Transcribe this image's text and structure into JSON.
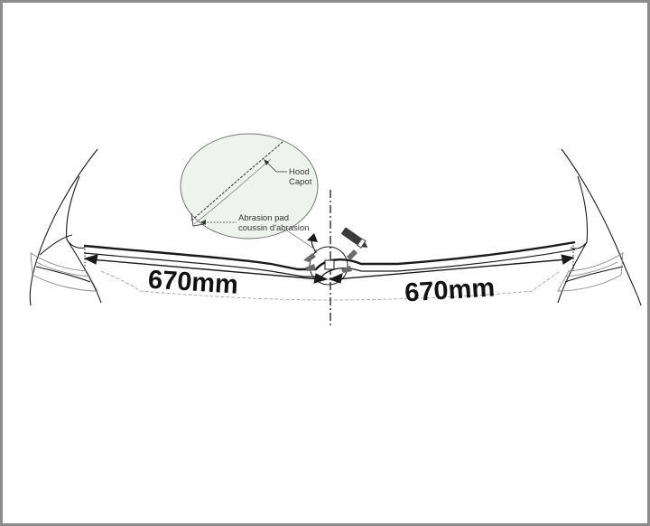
{
  "callout": {
    "hood_en": "Hood",
    "hood_fr": "Capot",
    "pad_en": "Abrasion pad",
    "pad_fr": "coussin d'abrasion"
  },
  "dimensions": {
    "left": "670mm",
    "right": "670mm"
  },
  "colors": {
    "frame": "#8c8c8c",
    "line": "#1a1a1a",
    "callout_fill": "#eef3ee",
    "tool_gray": "#6b6b6b"
  },
  "icons": {
    "tool": "marker-pen-icon",
    "rotate": "rotate-arrow-icon"
  }
}
